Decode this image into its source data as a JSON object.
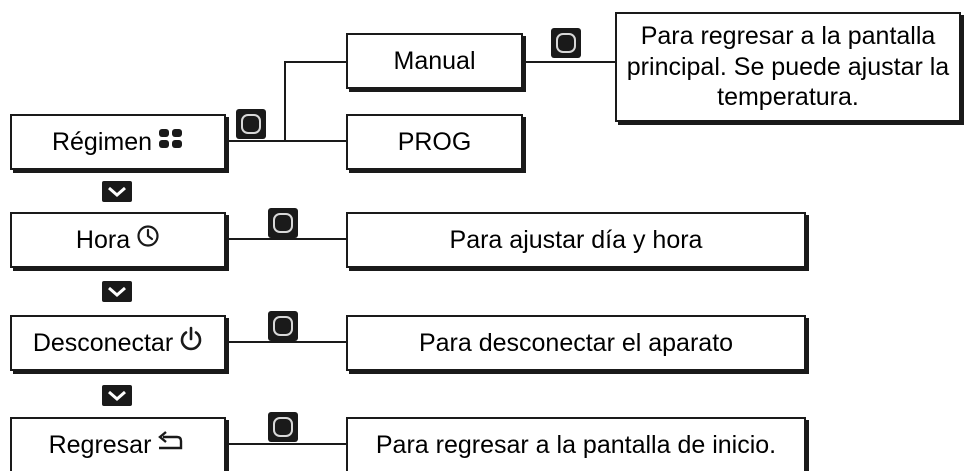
{
  "menu": {
    "regimen": {
      "label": "Régimen",
      "icon": "grid-four-icon"
    },
    "hora": {
      "label": "Hora",
      "icon": "clock-icon"
    },
    "desconectar": {
      "label": "Desconectar",
      "icon": "power-icon"
    },
    "regresar": {
      "label": "Regresar",
      "icon": "return-arrow-icon"
    }
  },
  "submenu": {
    "manual": "Manual",
    "prog": "PROG"
  },
  "notes": {
    "manual": "Para regresar a la pantalla principal. Se puede ajustar la temperatura.",
    "hora": "Para ajustar día y hora",
    "desconectar": "Para desconectar el aparato",
    "regresar": "Para regresar a la pantalla de inicio."
  },
  "buttons": {
    "ok_icon": "ok-button-icon",
    "down_icon": "down-arrow-button-icon"
  },
  "colors": {
    "line": "#1a1a1a",
    "button_fill": "#1a1a1a",
    "button_ring": "#d8d8d8"
  }
}
